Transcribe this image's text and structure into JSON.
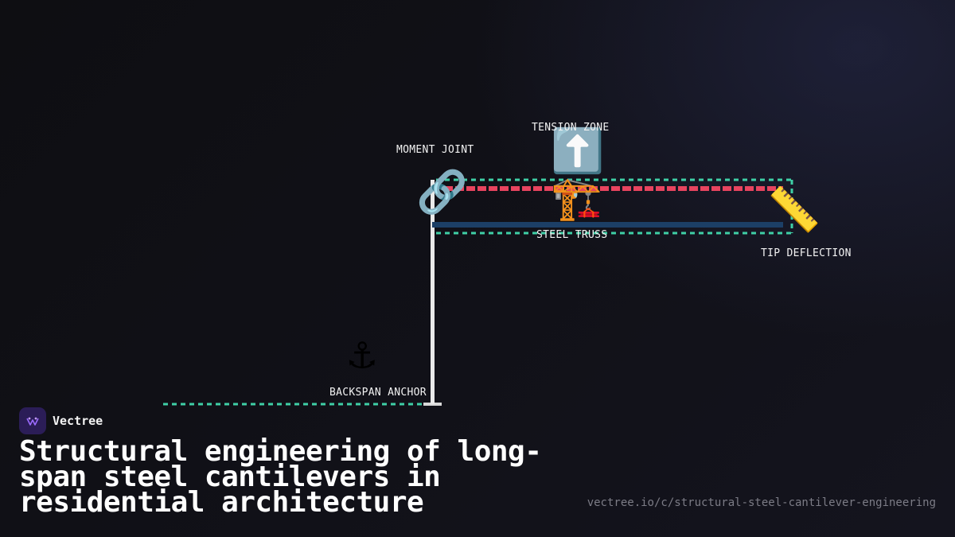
{
  "diagram": {
    "labels": {
      "moment_joint": "MOMENT JOINT",
      "tension_zone": "TENSION ZONE",
      "steel_truss": "STEEL TRUSS",
      "tip_deflection": "TIP DEFLECTION",
      "backspan_anchor": "BACKSPAN ANCHOR"
    },
    "icons": {
      "moment_joint": "🔗",
      "tension_zone": "⬆️",
      "steel_truss": "🏗️",
      "tip_deflection": "📏",
      "backspan_anchor": "⚓"
    },
    "colors": {
      "tension_line": "#e8445f",
      "envelope_line": "#3fcfa6",
      "truss_beam": "#1c3f66",
      "column": "#e9e9e9"
    }
  },
  "brand": {
    "name": "Vectree",
    "accent": "#2b1d57"
  },
  "title": "Structural engineering of long-span steel cantilevers in residential architecture",
  "url": "vectree.io/c/structural-steel-cantilever-engineering"
}
